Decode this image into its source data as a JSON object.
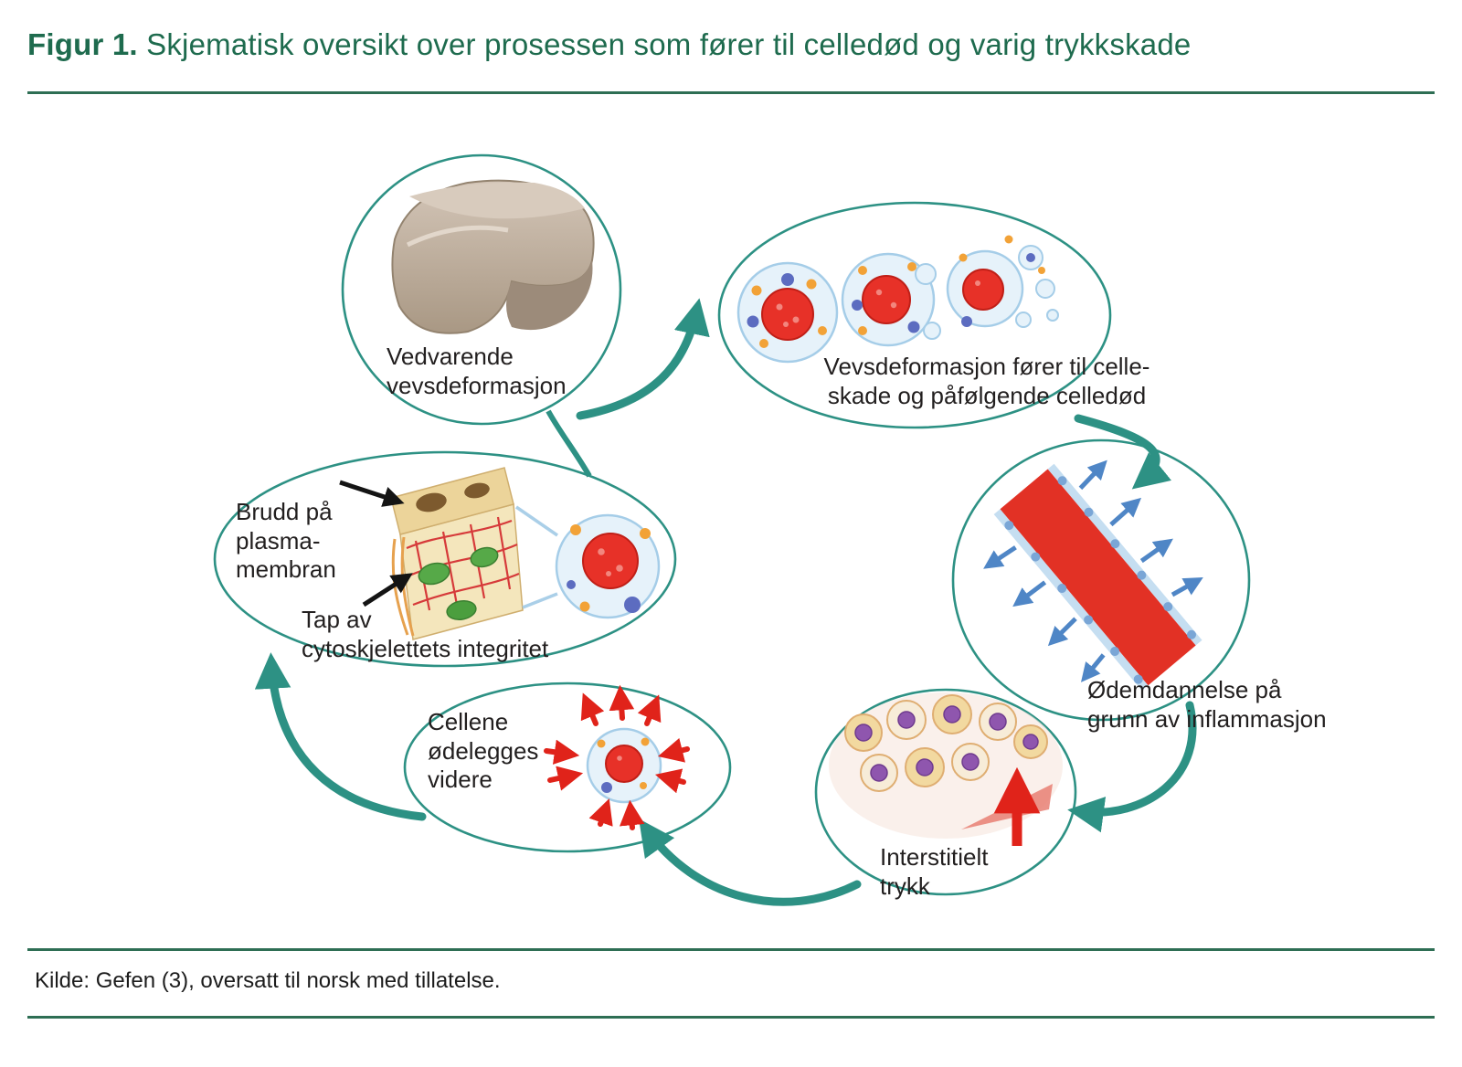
{
  "figure": {
    "title_bold": "Figur 1.",
    "title_rest": " Skjematisk oversikt over prosessen som fører til celledød og varig trykkskade",
    "source": "Kilde: Gefen (3), oversatt til norsk med tillatelse."
  },
  "labels": {
    "deformation": "Vedvarende\nvevsdeformasjon",
    "cell_damage": "Vevsdeformasjon fører til celle-\nskade og påfølgende celledød",
    "edema": "Ødemdannelse på\ngrunn av inflammasjon",
    "interstitial": "Interstitielt\ntrykk",
    "destruction": "Cellene\nødelegges\nvidere",
    "membrane": "Brudd på\nplasma-\nmembran",
    "cytoskeleton": "Tap av\ncytoskjelettets integritet"
  },
  "colors": {
    "accent_green": "#1e6b4e",
    "rule_green": "#2e6e54",
    "cycle_teal": "#2d9184",
    "alarm_red": "#e0231a",
    "vessel_red": "#e23125",
    "leak_blue": "#4f86c6",
    "cell_blue_fill": "#e6f2fa",
    "cell_blue_stroke": "#a5cde8",
    "nucleus_red": "#e73128",
    "organelle_orange": "#f2a237",
    "organelle_blue": "#5c6cc0",
    "tissue_tan": "#f4e6bc",
    "foam_tan": "#bfae9f",
    "text_black": "#221f1f"
  }
}
